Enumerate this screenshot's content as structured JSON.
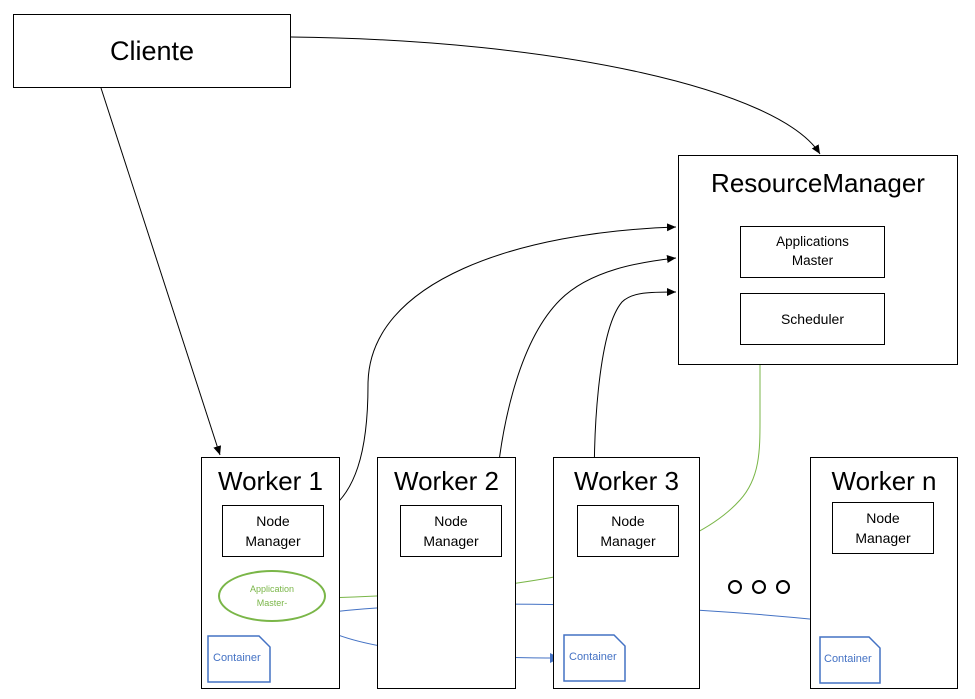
{
  "client": {
    "label": "Cliente"
  },
  "resource_manager": {
    "title": "ResourceManager",
    "applications_master": {
      "line1": "Applications",
      "line2": "Master"
    },
    "scheduler": "Scheduler"
  },
  "workers": [
    {
      "title": "Worker 1",
      "node_manager": {
        "line1": "Node",
        "line2": "Manager"
      }
    },
    {
      "title": "Worker 2",
      "node_manager": {
        "line1": "Node",
        "line2": "Manager"
      }
    },
    {
      "title": "Worker 3",
      "node_manager": {
        "line1": "Node",
        "line2": "Manager"
      }
    },
    {
      "title": "Worker n",
      "node_manager": {
        "line1": "Node",
        "line2": "Manager"
      }
    }
  ],
  "application_master": {
    "line1": "Application",
    "line2": "Master-"
  },
  "containers": [
    "Container",
    "Container",
    "Container"
  ],
  "colors": {
    "green": "#7ab648",
    "blue": "#4472c4",
    "black": "#000000"
  }
}
